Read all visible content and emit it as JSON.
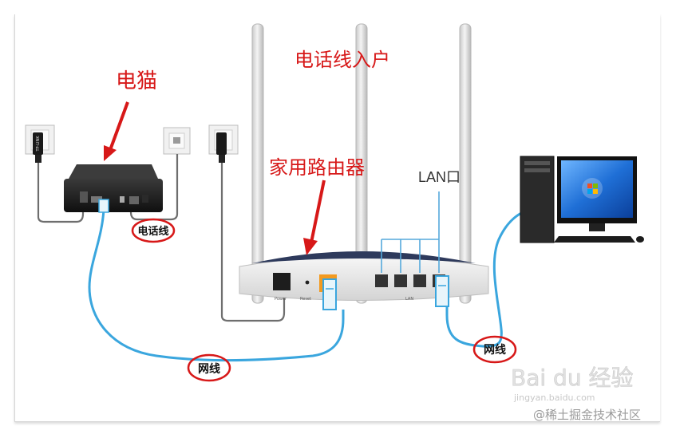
{
  "labels": {
    "modem": "电猫",
    "phone_line_in": "电话线入户",
    "home_router": "家用路由器",
    "lan_port": "LAN口",
    "phone_cable": "电话线",
    "net_cable_left": "网线",
    "net_cable_right": "网线"
  },
  "device_text": {
    "power": "Power",
    "reset": "Reset",
    "lan": "LAN"
  },
  "watermarks": {
    "baidu_logo": "Bai du 经验",
    "baidu_url": "jingyan.baidu.com",
    "juejin": "@稀土掘金技术社区"
  },
  "colors": {
    "label_red": "#d71818",
    "cable_blue": "#3aa6de",
    "lan_port_line": "#55a9dc",
    "screen_blue": "#1f6fd6"
  }
}
